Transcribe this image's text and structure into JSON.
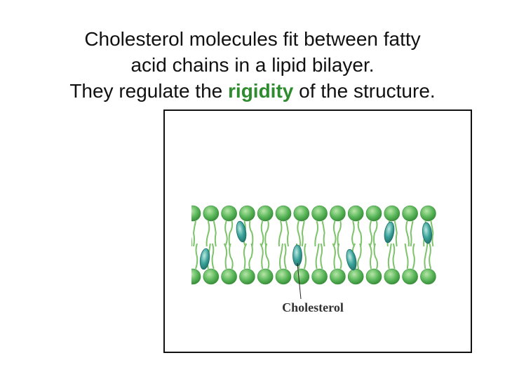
{
  "slide": {
    "title_line1": "Cholesterol molecules fit between fatty",
    "title_line2": "acid chains in a lipid bilayer.",
    "title_line3_before": "They regulate the ",
    "title_highlight": "rigidity",
    "title_line3_after": " of the structure."
  },
  "figure": {
    "label": "Cholesterol",
    "colors": {
      "phospholipid_head": "#5cb85c",
      "fatty_acid_tail": "#7cc36a",
      "cholesterol": "#3aa39a",
      "highlight_text": "#2e8b2e"
    }
  }
}
